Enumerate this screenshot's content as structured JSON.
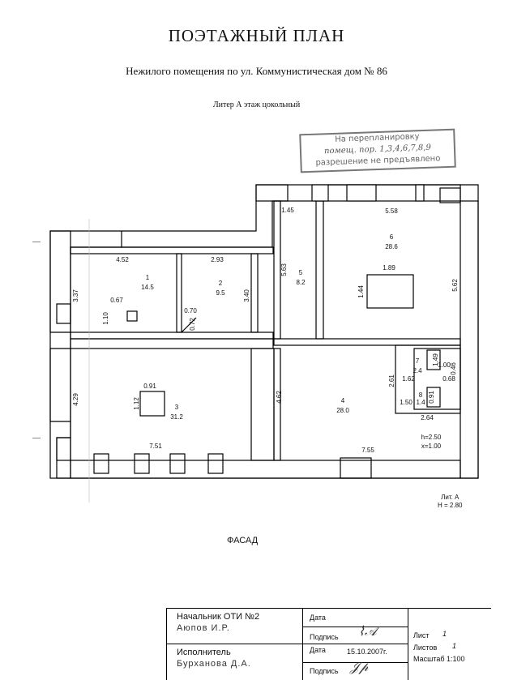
{
  "header": {
    "title": "ПОЭТАЖНЫЙ ПЛАН",
    "subtitle": "Нежилого помещения по ул. Коммунистическая  дом № 86",
    "liter": "Литер А   этаж  цокольный"
  },
  "stamp": {
    "line1": "На перепланировку",
    "line2": "помещ. пор. 1,3,4,6,7,8,9",
    "line3": "разрешение не предъявлено"
  },
  "rooms": [
    {
      "num": "1",
      "area": "14.5"
    },
    {
      "num": "2",
      "area": "9.5"
    },
    {
      "num": "3",
      "area": "31.2"
    },
    {
      "num": "4",
      "area": "28.0"
    },
    {
      "num": "5",
      "area": "8.2"
    },
    {
      "num": "6",
      "area": "28.6"
    },
    {
      "num": "7",
      "area": "2.4"
    },
    {
      "num": "8",
      "area": "1.4"
    }
  ],
  "dimensions": {
    "d_452": "4.52",
    "d_293": "2.93",
    "d_337": "3.37",
    "d_340": "3.40",
    "d_067": "0.67",
    "d_110": "1.10",
    "d_070": "0.70",
    "d_072": "0.72",
    "d_145": "1.45",
    "d_558": "5.58",
    "d_563": "5.63",
    "d_189": "1.89",
    "d_144": "1.44",
    "d_562": "5.62",
    "d_091": "0.91",
    "d_112": "1.12",
    "d_429": "4.29",
    "d_751": "7.51",
    "d_462": "4.62",
    "d_261": "2.61",
    "d_149": "1.49",
    "d_100": "1.00",
    "d_046": "0.46",
    "d_162": "1.62",
    "d_068": "0.68",
    "d_150": "1.50",
    "d_091b": "0.91",
    "d_264": "2.64",
    "d_755": "7.55",
    "h": "h=2.50",
    "x": "x=1.00"
  },
  "facade": {
    "label": "ФАСАД",
    "lit": "Лит. А",
    "height": "Н = 2.80"
  },
  "titleblock": {
    "chief_role": "Начальник ОТИ №2",
    "chief_name": "Аюпов И.Р.",
    "executor_role": "Исполнитель",
    "executor_name": "Бурханова Д.А.",
    "date_label": "Дата",
    "sign_label": "Подпись",
    "date_label2": "Дата",
    "date_value": "15.10.2007г.",
    "sign_label2": "Подпись",
    "sheet": "Лист",
    "sheet_value": "1",
    "sheets": "Листов",
    "sheets_value": "1",
    "scale": "Масштаб 1:100"
  }
}
